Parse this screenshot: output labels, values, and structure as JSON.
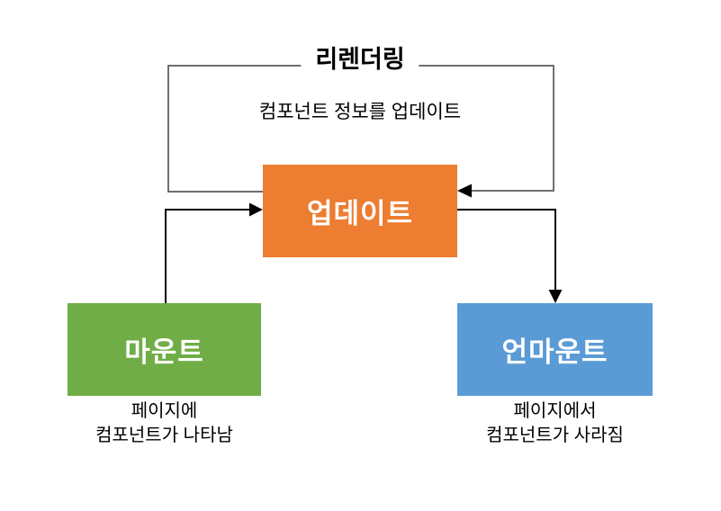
{
  "diagram": {
    "loop": {
      "title": "리렌더링",
      "caption": "컴포넌트 정보를 업데이트"
    },
    "nodes": {
      "update": {
        "label": "업데이트",
        "color": "#ED7D31"
      },
      "mount": {
        "label": "마운트",
        "color": "#70AD47"
      },
      "unmount": {
        "label": "언마운트",
        "color": "#5B9BD5"
      }
    },
    "captions": {
      "mount": {
        "line1": "페이지에",
        "line2": "컴포넌트가 나타남"
      },
      "unmount": {
        "line1": "페이지에서",
        "line2": "컴포넌트가 사라짐"
      }
    },
    "colors": {
      "background": "#FFFFFF",
      "loop_line": "#595959",
      "arrow_line": "#000000",
      "node_text": "#FFFFFF",
      "caption_text": "#000000"
    }
  }
}
